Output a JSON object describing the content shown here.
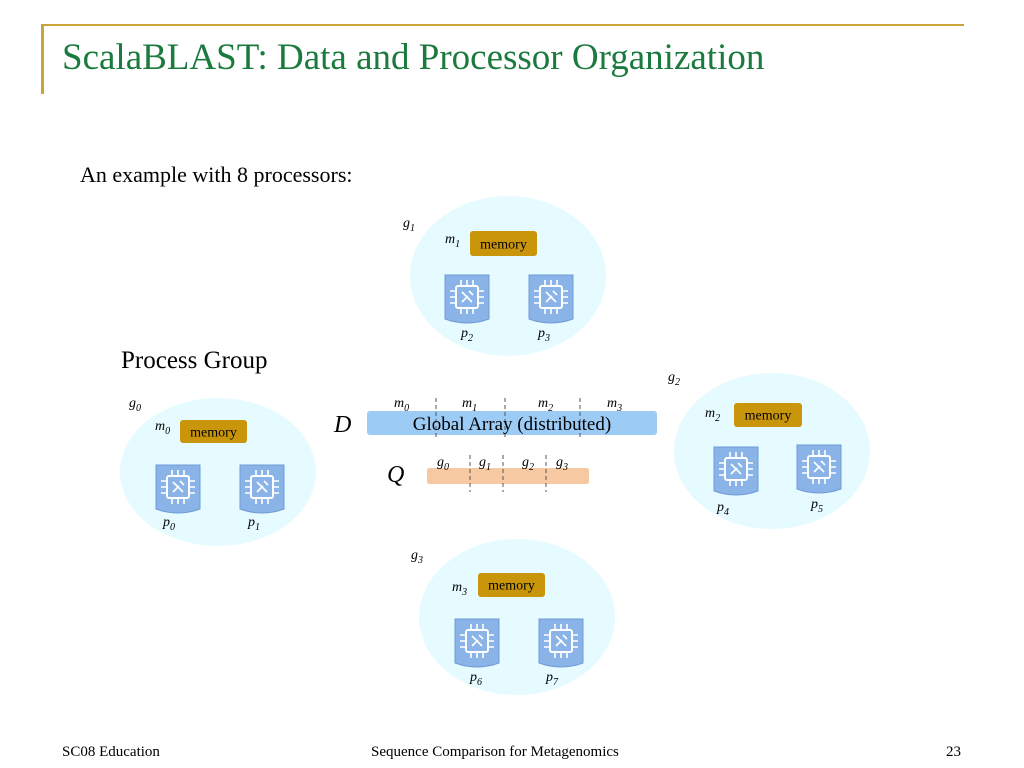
{
  "slide": {
    "title": "ScalaBLAST: Data and Processor Organization",
    "intro": "An example with 8 processors:",
    "process_group_label": "Process Group"
  },
  "footer": {
    "left": "SC08 Education",
    "center": "Sequence Comparison for Metagenomics",
    "page": "23"
  },
  "colors": {
    "title": "#1b7a3e",
    "accent_line": "#c9a43a",
    "group_fill": "#e6fbff",
    "memory_fill": "#c9950a",
    "global_array_fill": "#9ccbf5",
    "q_array_fill": "#f7c9a2",
    "chip_fill": "#8ab4e8"
  },
  "icons": {
    "processor": "processor-chip-icon"
  },
  "groups": [
    {
      "g_base": "g",
      "g_sub": "0",
      "m_base": "m",
      "m_sub": "0",
      "memory_label": "memory",
      "processors": [
        {
          "base": "p",
          "sub": "0"
        },
        {
          "base": "p",
          "sub": "1"
        }
      ]
    },
    {
      "g_base": "g",
      "g_sub": "1",
      "m_base": "m",
      "m_sub": "1",
      "memory_label": "memory",
      "processors": [
        {
          "base": "p",
          "sub": "2"
        },
        {
          "base": "p",
          "sub": "3"
        }
      ]
    },
    {
      "g_base": "g",
      "g_sub": "2",
      "m_base": "m",
      "m_sub": "2",
      "memory_label": "memory",
      "processors": [
        {
          "base": "p",
          "sub": "4"
        },
        {
          "base": "p",
          "sub": "5"
        }
      ]
    },
    {
      "g_base": "g",
      "g_sub": "3",
      "m_base": "m",
      "m_sub": "3",
      "memory_label": "memory",
      "processors": [
        {
          "base": "p",
          "sub": "6"
        },
        {
          "base": "p",
          "sub": "7"
        }
      ]
    }
  ],
  "global_array": {
    "symbol": "D",
    "label": "Global Array (distributed)",
    "segments": [
      {
        "base": "m",
        "sub": "0"
      },
      {
        "base": "m",
        "sub": "1"
      },
      {
        "base": "m",
        "sub": "2"
      },
      {
        "base": "m",
        "sub": "3"
      }
    ]
  },
  "q_array": {
    "symbol": "Q",
    "segments": [
      {
        "base": "g",
        "sub": "0"
      },
      {
        "base": "g",
        "sub": "1"
      },
      {
        "base": "g",
        "sub": "2"
      },
      {
        "base": "g",
        "sub": "3"
      }
    ]
  }
}
